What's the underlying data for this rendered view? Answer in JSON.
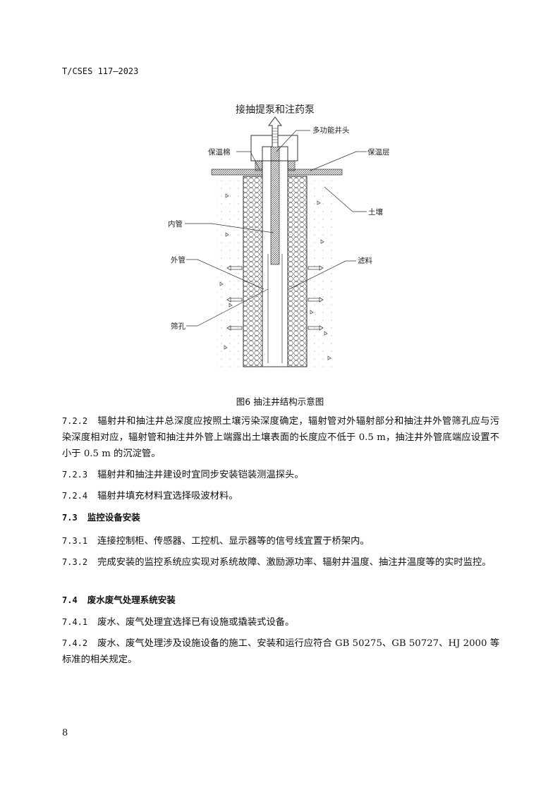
{
  "header": {
    "doc_id": "T/CSES 117—2023"
  },
  "figure": {
    "top_label": "接抽提泵和注药泵",
    "labels": {
      "well_head": "多功能井头",
      "insulation_cotton": "保温棉",
      "insulation_layer": "保温层",
      "soil": "土壤",
      "inner_pipe": "内管",
      "outer_pipe": "外管",
      "filter_material": "滤料",
      "screen_holes": "筛孔"
    },
    "caption": "图6 抽注井结构示意图"
  },
  "sections": [
    {
      "num": "7.2.2",
      "text": "辐射井和抽注井总深度应按照土壤污染深度确定，辐射管对外辐射部分和抽注井外管筛孔应与污染深度相对应，辐射管和抽注井外管上端露出土壤表面的长度应不低于 0.5 m，抽注井外管底端应设置不小于 0.5 m 的沉淀管。"
    },
    {
      "num": "7.2.3",
      "text": "辐射井和抽注井建设时宜同步安装铠装测温探头。"
    },
    {
      "num": "7.2.4",
      "text": "辐射井填充材料宜选择吸波材料。"
    },
    {
      "num": "7.3",
      "text": "监控设备安装",
      "heading": true
    },
    {
      "num": "7.3.1",
      "text": "连接控制柜、传感器、工控机、显示器等的信号线宜置于桥架内。"
    },
    {
      "num": "7.3.2",
      "text": "完成安装的监控系统应实现对系统故障、激励源功率、辐射井温度、抽注井温度等的实时监控。"
    },
    {
      "num": "7.4",
      "text": "废水废气处理系统安装",
      "heading": true
    },
    {
      "num": "7.4.1",
      "text": "废水、废气处理宜选择已有设施或撬装式设备。"
    },
    {
      "num": "7.4.2",
      "text": "废水、废气处理涉及设施设备的施工、安装和运行应符合 GB 50275、GB 50727、HJ 2000 等标准的相关规定。"
    }
  ],
  "page_number": "8"
}
